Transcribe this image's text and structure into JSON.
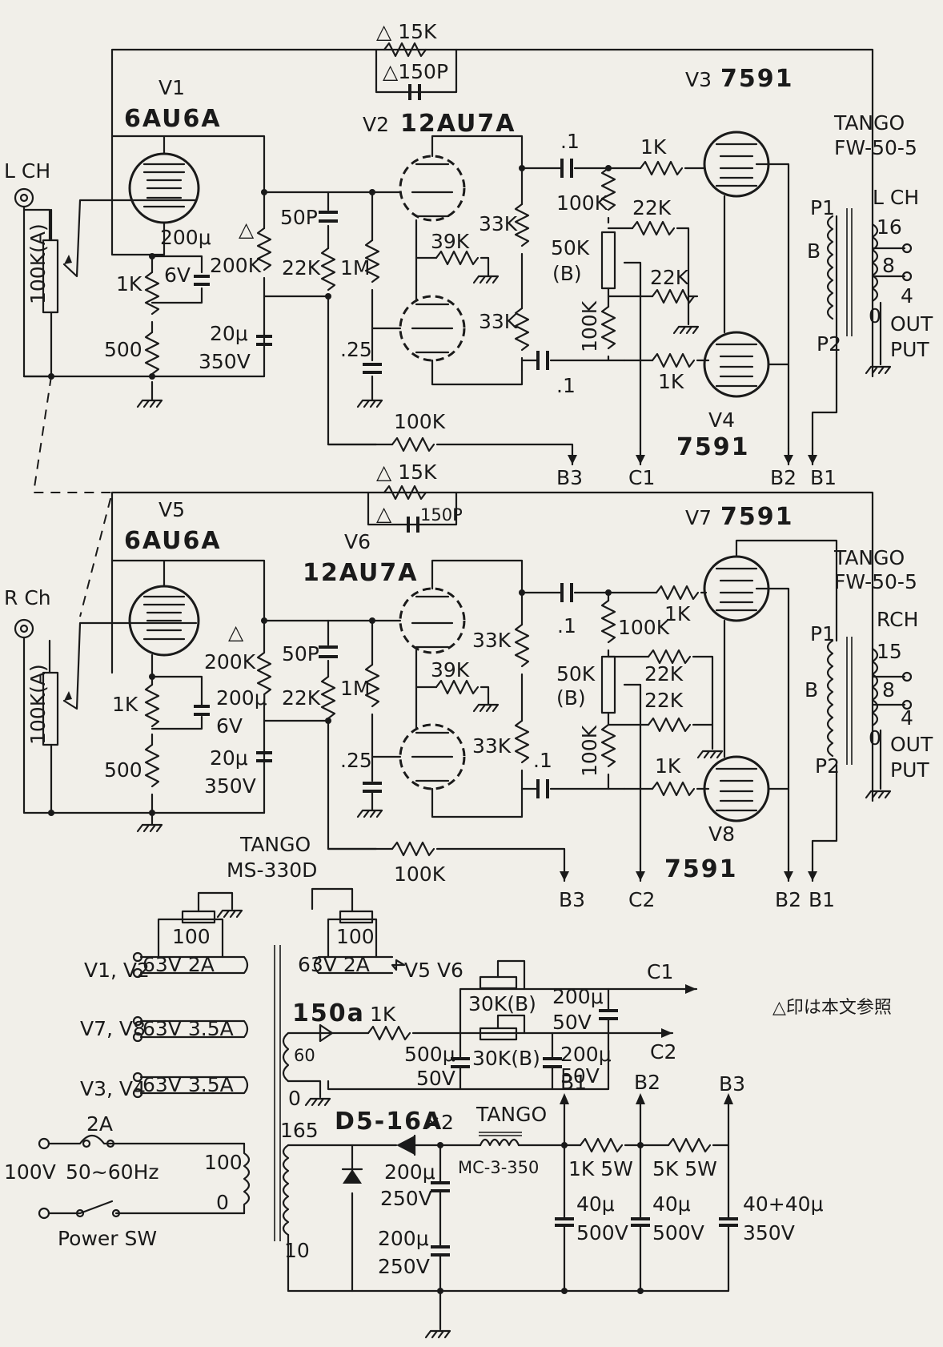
{
  "left_channel": {
    "input": "L CH",
    "volume": "100K(A)",
    "v1_name": "V1",
    "v1_type": "6AU6A",
    "v2_name": "V2",
    "v2_type": "12AU7A",
    "v3_name": "V3",
    "v3_type": "7591",
    "v4_name": "V4",
    "v4_type": "7591",
    "fb_resistor": "△ 15K",
    "fb_cap": "△150P",
    "cathode_cap": "200μ",
    "cathode_cap_v": "6V",
    "cathode_r1": "1K",
    "cathode_r2": "500",
    "plate_r_mark": "△",
    "plate_r": "200K",
    "dec_cap": "20μ",
    "dec_cap_v": "350V",
    "c50p": "50P",
    "r22k": "22K",
    "r1m": "1M",
    "c25": ".25",
    "r39k": "39K",
    "r33k_a": "33K",
    "r33k_b": "33K",
    "coup_c1": ".1",
    "coup_c2": ".1",
    "grid_r1": "1K",
    "grid_r2": "1K",
    "r100k_a": "100K",
    "r100k_b": "100K",
    "bal_pot": "50K",
    "bal_pot_b": "(B)",
    "r22k_a": "22K",
    "r22k_b": "22K",
    "fb_r100k": "100K",
    "out_trans_brand": "TANGO",
    "out_trans_model": "FW-50-5",
    "ch_label": "L CH",
    "tap16": "16",
    "tap8": "8",
    "tap4": "4",
    "tap0": "0",
    "out": "OUT",
    "put": "PUT",
    "p1": "P1",
    "p2": "P2",
    "b": "B",
    "b3": "B3",
    "c1": "C1",
    "b2": "B2",
    "b1": "B1"
  },
  "right_channel": {
    "input": "R Ch",
    "volume": "100K(A)",
    "v5_name": "V5",
    "v5_type": "6AU6A",
    "v6_name": "V6",
    "v6_type": "12AU7A",
    "v7_name": "V7",
    "v7_type": "7591",
    "v8_name": "V8",
    "v8_type": "7591",
    "fb_resistor": "△ 15K",
    "fb_cap": "△",
    "fb_cap_val": "150P",
    "cathode_r1": "1K",
    "cathode_r2": "500",
    "plate_r_mark": "△",
    "plate_r": "200K",
    "cathode_cap": "200μ",
    "cathode_cap_v": "6V",
    "dec_cap": "20μ",
    "dec_cap_v": "350V",
    "c50p": "50P",
    "r22k": "22K",
    "r1m": "1M",
    "c25": ".25",
    "r39k": "39K",
    "r33k_a": "33K",
    "r33k_b": "33K",
    "coup_c1": ".1",
    "coup_c2": ".1",
    "grid_r1": "1K",
    "grid_r2": "1K",
    "r100k_a": "100K",
    "r100k_b": "100K",
    "bal_pot": "50K",
    "bal_pot_b": "(B)",
    "r22k_a": "22K",
    "r22k_b": "22K",
    "fb_r100k": "100K",
    "out_trans_brand": "TANGO",
    "out_trans_model": "FW-50-5",
    "ch_label": "RCH",
    "tap15": "15",
    "tap8": "8",
    "tap4": "4",
    "tap0": "0",
    "out": "OUT",
    "put": "PUT",
    "p1": "P1",
    "p2": "P2",
    "b": "B",
    "b3": "B3",
    "c2": "C2",
    "b2": "B2",
    "b1": "B1"
  },
  "power_supply": {
    "ptrans_brand": "TANGO",
    "ptrans_model": "MS-330D",
    "hum_pot1": "100",
    "hum_pot2": "100",
    "heater1_tubes": "V1, V2",
    "heater1": "63V 2A",
    "heater2": "63V 2A",
    "heater2_tubes": "V5 V6",
    "heater3_tubes": "V7, V8",
    "heater3": "63V 3.5A",
    "heater4_tubes": "V3, V4",
    "heater4": "63V 3.5A",
    "bias_tap": "60",
    "bias_zero": "0",
    "bias_diode": "150a",
    "bias_r": "1K",
    "bias_cap": "500μ",
    "bias_cap_v": "50V",
    "bias_pot1": "30K(B)",
    "bias_pot2": "30K(B)",
    "bias_cap2": "200μ",
    "bias_cap2_v": "50V",
    "bias_cap3": "200μ",
    "bias_cap3_v": "50V",
    "c1": "C1",
    "c2": "C2",
    "fuse": "2A",
    "mains_v": "100V",
    "mains_f": "50~60Hz",
    "pri_100": "100",
    "pri_0": "0",
    "power_sw": "Power SW",
    "sec_165": "165",
    "sec_10": "10",
    "rectifier": "D5-16A",
    "rectifier_qty": "×2",
    "fc1": "200μ",
    "fc1_v": "250V",
    "fc2": "200μ",
    "fc2_v": "250V",
    "choke_brand": "TANGO",
    "choke_model": "MC-3-350",
    "b1": "B1",
    "b2": "B2",
    "b3": "B3",
    "r_b2": "1K 5W",
    "r_b3": "5K 5W",
    "cap_b1": "40μ",
    "cap_b1_v": "500V",
    "cap_b2": "40μ",
    "cap_b2_v": "500V",
    "cap_b3": "40+40μ",
    "cap_b3_v": "350V"
  },
  "note": "△印は本文参照"
}
